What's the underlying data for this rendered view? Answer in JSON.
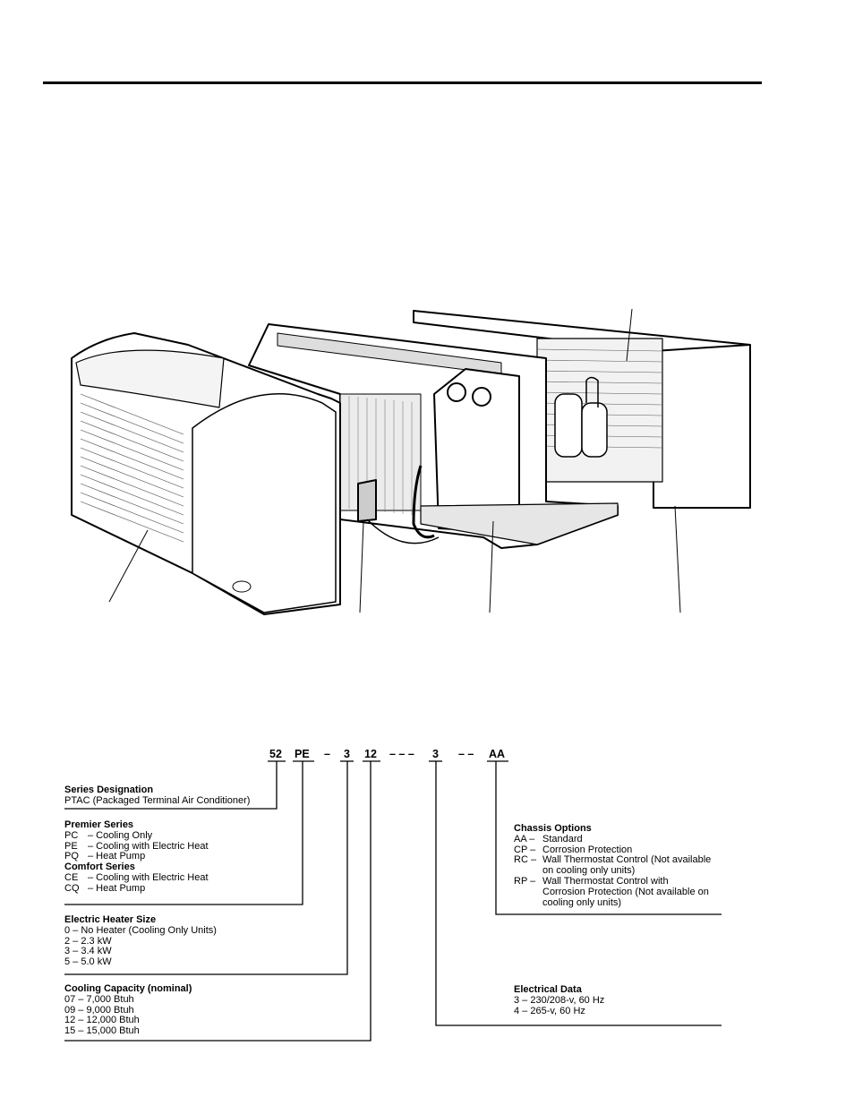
{
  "model_code": {
    "parts": [
      "52",
      "PE",
      "–",
      "3",
      "12",
      "– – –",
      "3",
      "– –",
      "AA"
    ]
  },
  "series_designation": {
    "heading": "Series Designation",
    "lines": [
      "PTAC (Packaged Terminal Air Conditioner)"
    ]
  },
  "premier_series": {
    "heading": "Premier Series",
    "items": [
      {
        "code": "PC",
        "desc": "–  Cooling Only"
      },
      {
        "code": "PE",
        "desc": "–  Cooling with Electric Heat"
      },
      {
        "code": "PQ",
        "desc": "–  Heat Pump"
      }
    ]
  },
  "comfort_series": {
    "heading": "Comfort Series",
    "items": [
      {
        "code": "CE",
        "desc": "–  Cooling with Electric Heat"
      },
      {
        "code": "CQ",
        "desc": "–  Heat Pump"
      }
    ]
  },
  "electric_heater_size": {
    "heading": "Electric Heater Size",
    "lines": [
      "0  –  No Heater (Cooling Only Units)",
      "2  –  2.3 kW",
      "3  –  3.4 kW",
      "5  –  5.0 kW"
    ]
  },
  "cooling_capacity": {
    "heading": "Cooling Capacity (nominal)",
    "lines": [
      "07  –    7,000 Btuh",
      "09  –    9,000 Btuh",
      "12  – 12,000 Btuh",
      "15  – 15,000 Btuh"
    ]
  },
  "chassis_options": {
    "heading": "Chassis Options",
    "items": [
      {
        "code": "AA –",
        "desc": "Standard"
      },
      {
        "code": "CP –",
        "desc": "Corrosion Protection"
      },
      {
        "code": "RC –",
        "desc": "Wall Thermostat Control (Not available"
      },
      {
        "code": "",
        "desc": "on cooling only units)"
      },
      {
        "code": "RP –",
        "desc": "Wall Thermostat Control with"
      },
      {
        "code": "",
        "desc": "Corrosion Protection (Not available on"
      },
      {
        "code": "",
        "desc": "cooling only units)"
      }
    ]
  },
  "electrical_data": {
    "heading": "Electrical Data",
    "lines": [
      "3  –  230/208-v, 60 Hz",
      "4  –  265-v, 60 Hz"
    ]
  }
}
